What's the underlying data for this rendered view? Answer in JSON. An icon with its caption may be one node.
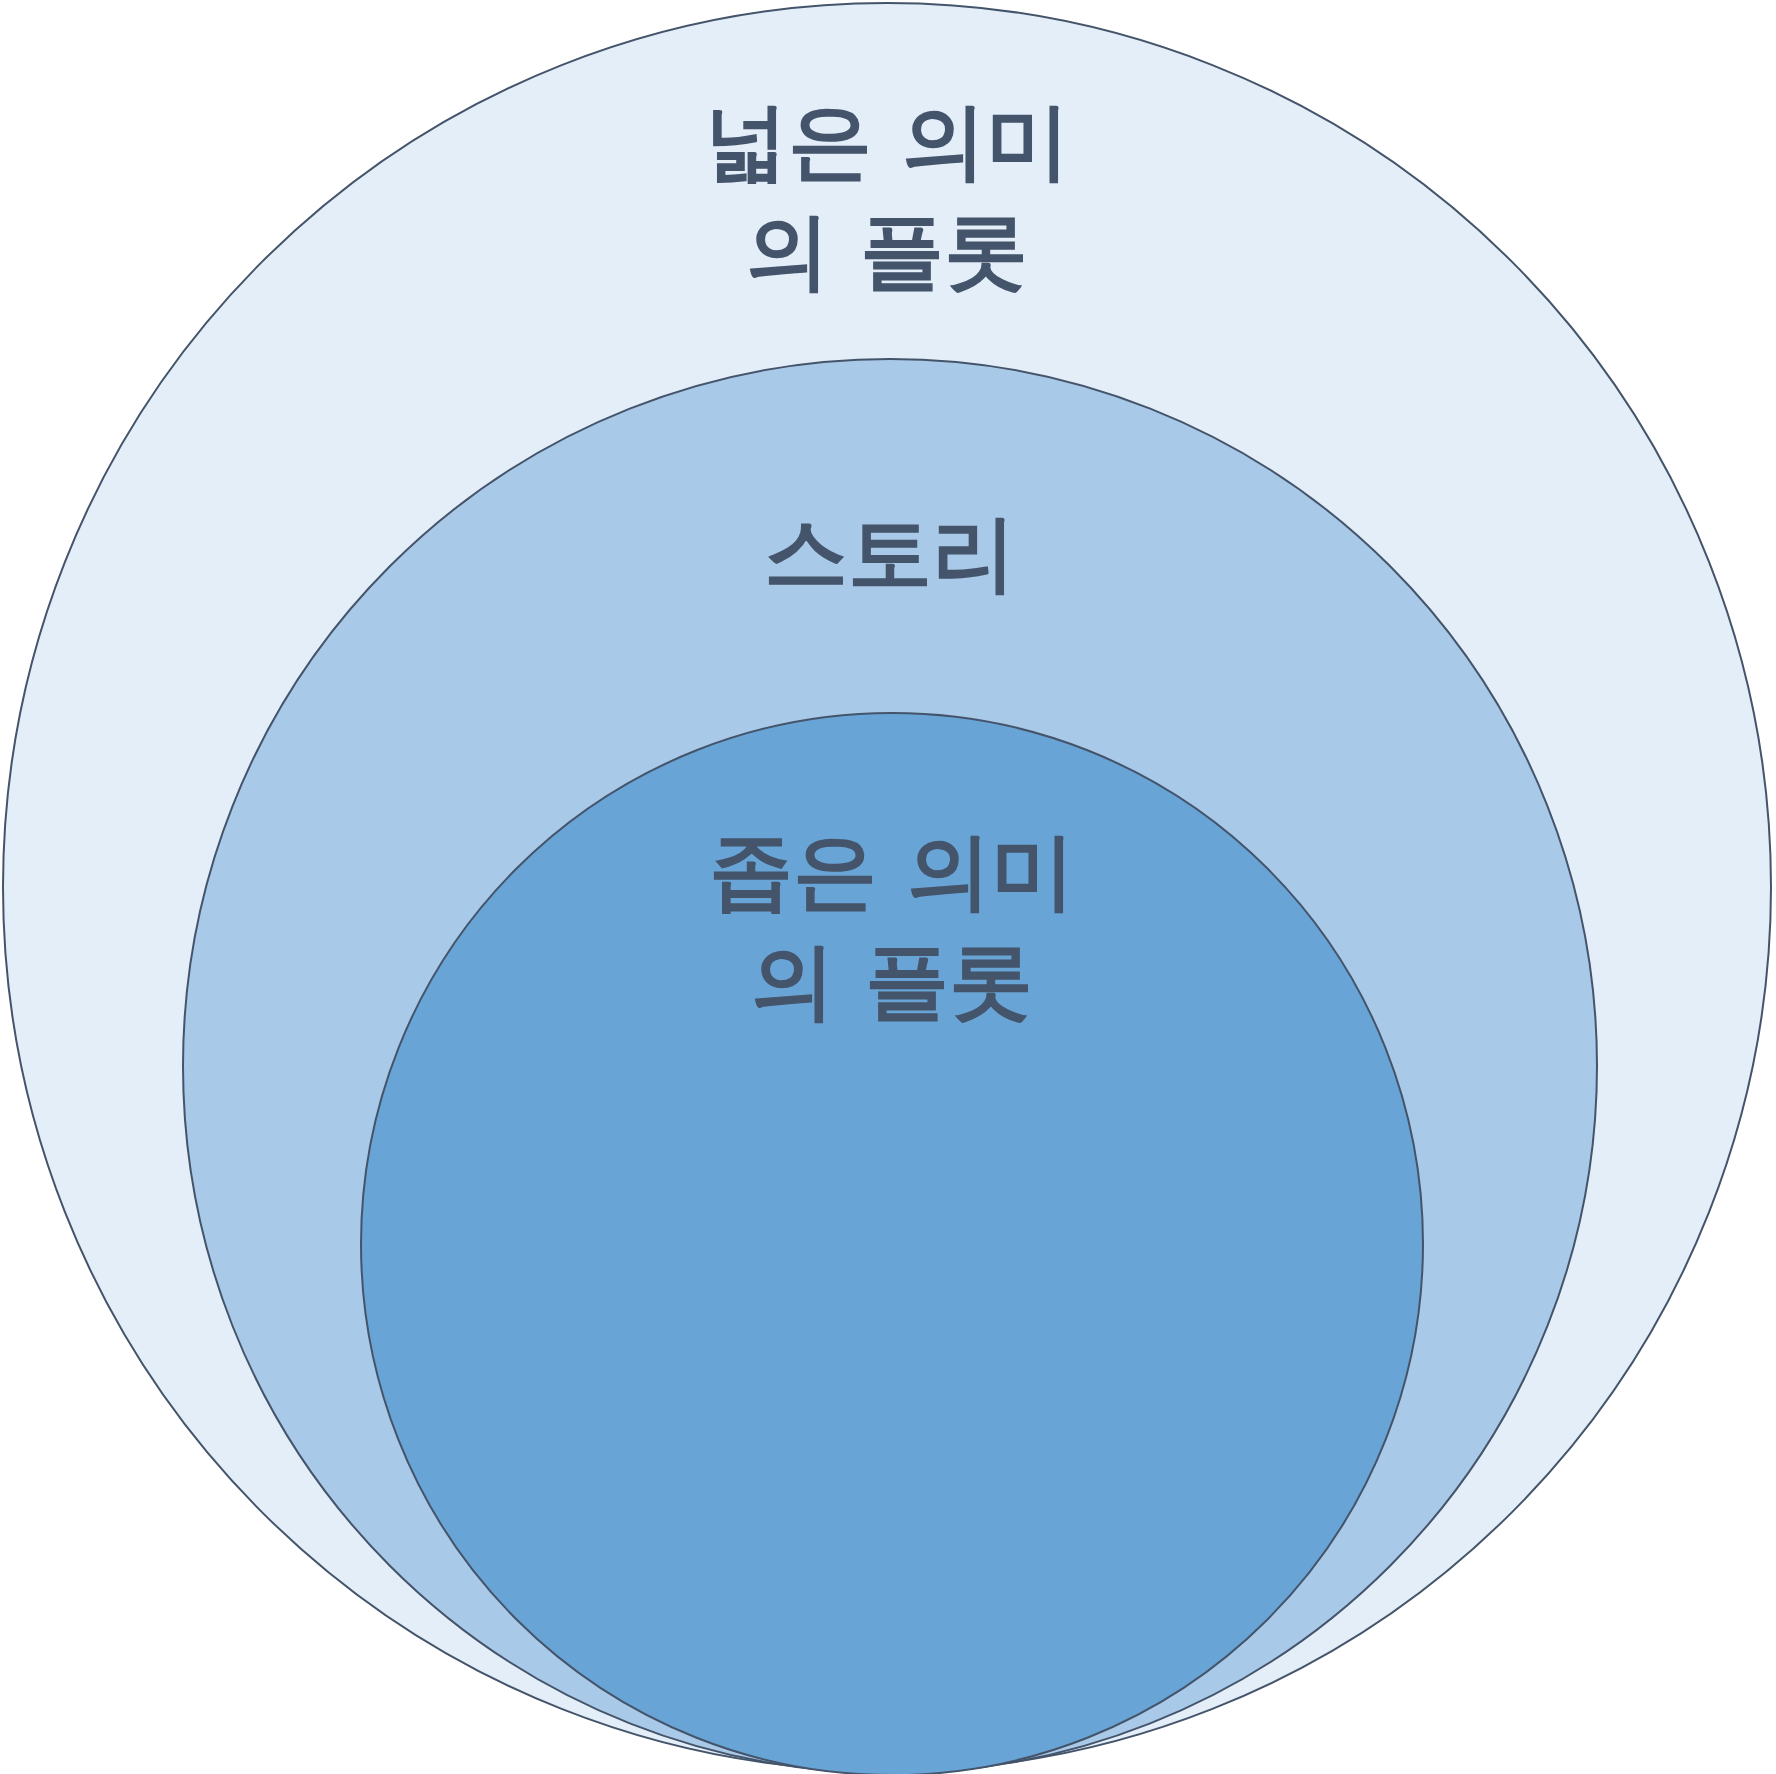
{
  "diagram": {
    "nodes": [
      {
        "text": [
          "넓은 의미의 플롯"
        ]
      },
      {
        "text": [
          "스토리"
        ],
        "in": 0
      },
      {
        "text": [
          "좁은 의미의 플롯"
        ],
        "in": 1
      }
    ]
  }
}
